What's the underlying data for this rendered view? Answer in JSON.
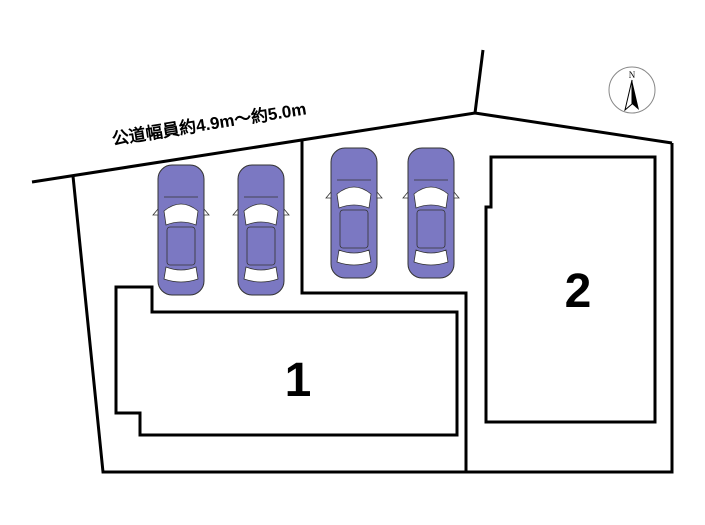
{
  "road_label": "公道幅員約4.9m〜約5.0m",
  "lots": [
    {
      "number": "1"
    },
    {
      "number": "2"
    }
  ],
  "compass": {
    "letter": "N"
  },
  "colors": {
    "car": "#7b78c2",
    "line": "#000000"
  }
}
